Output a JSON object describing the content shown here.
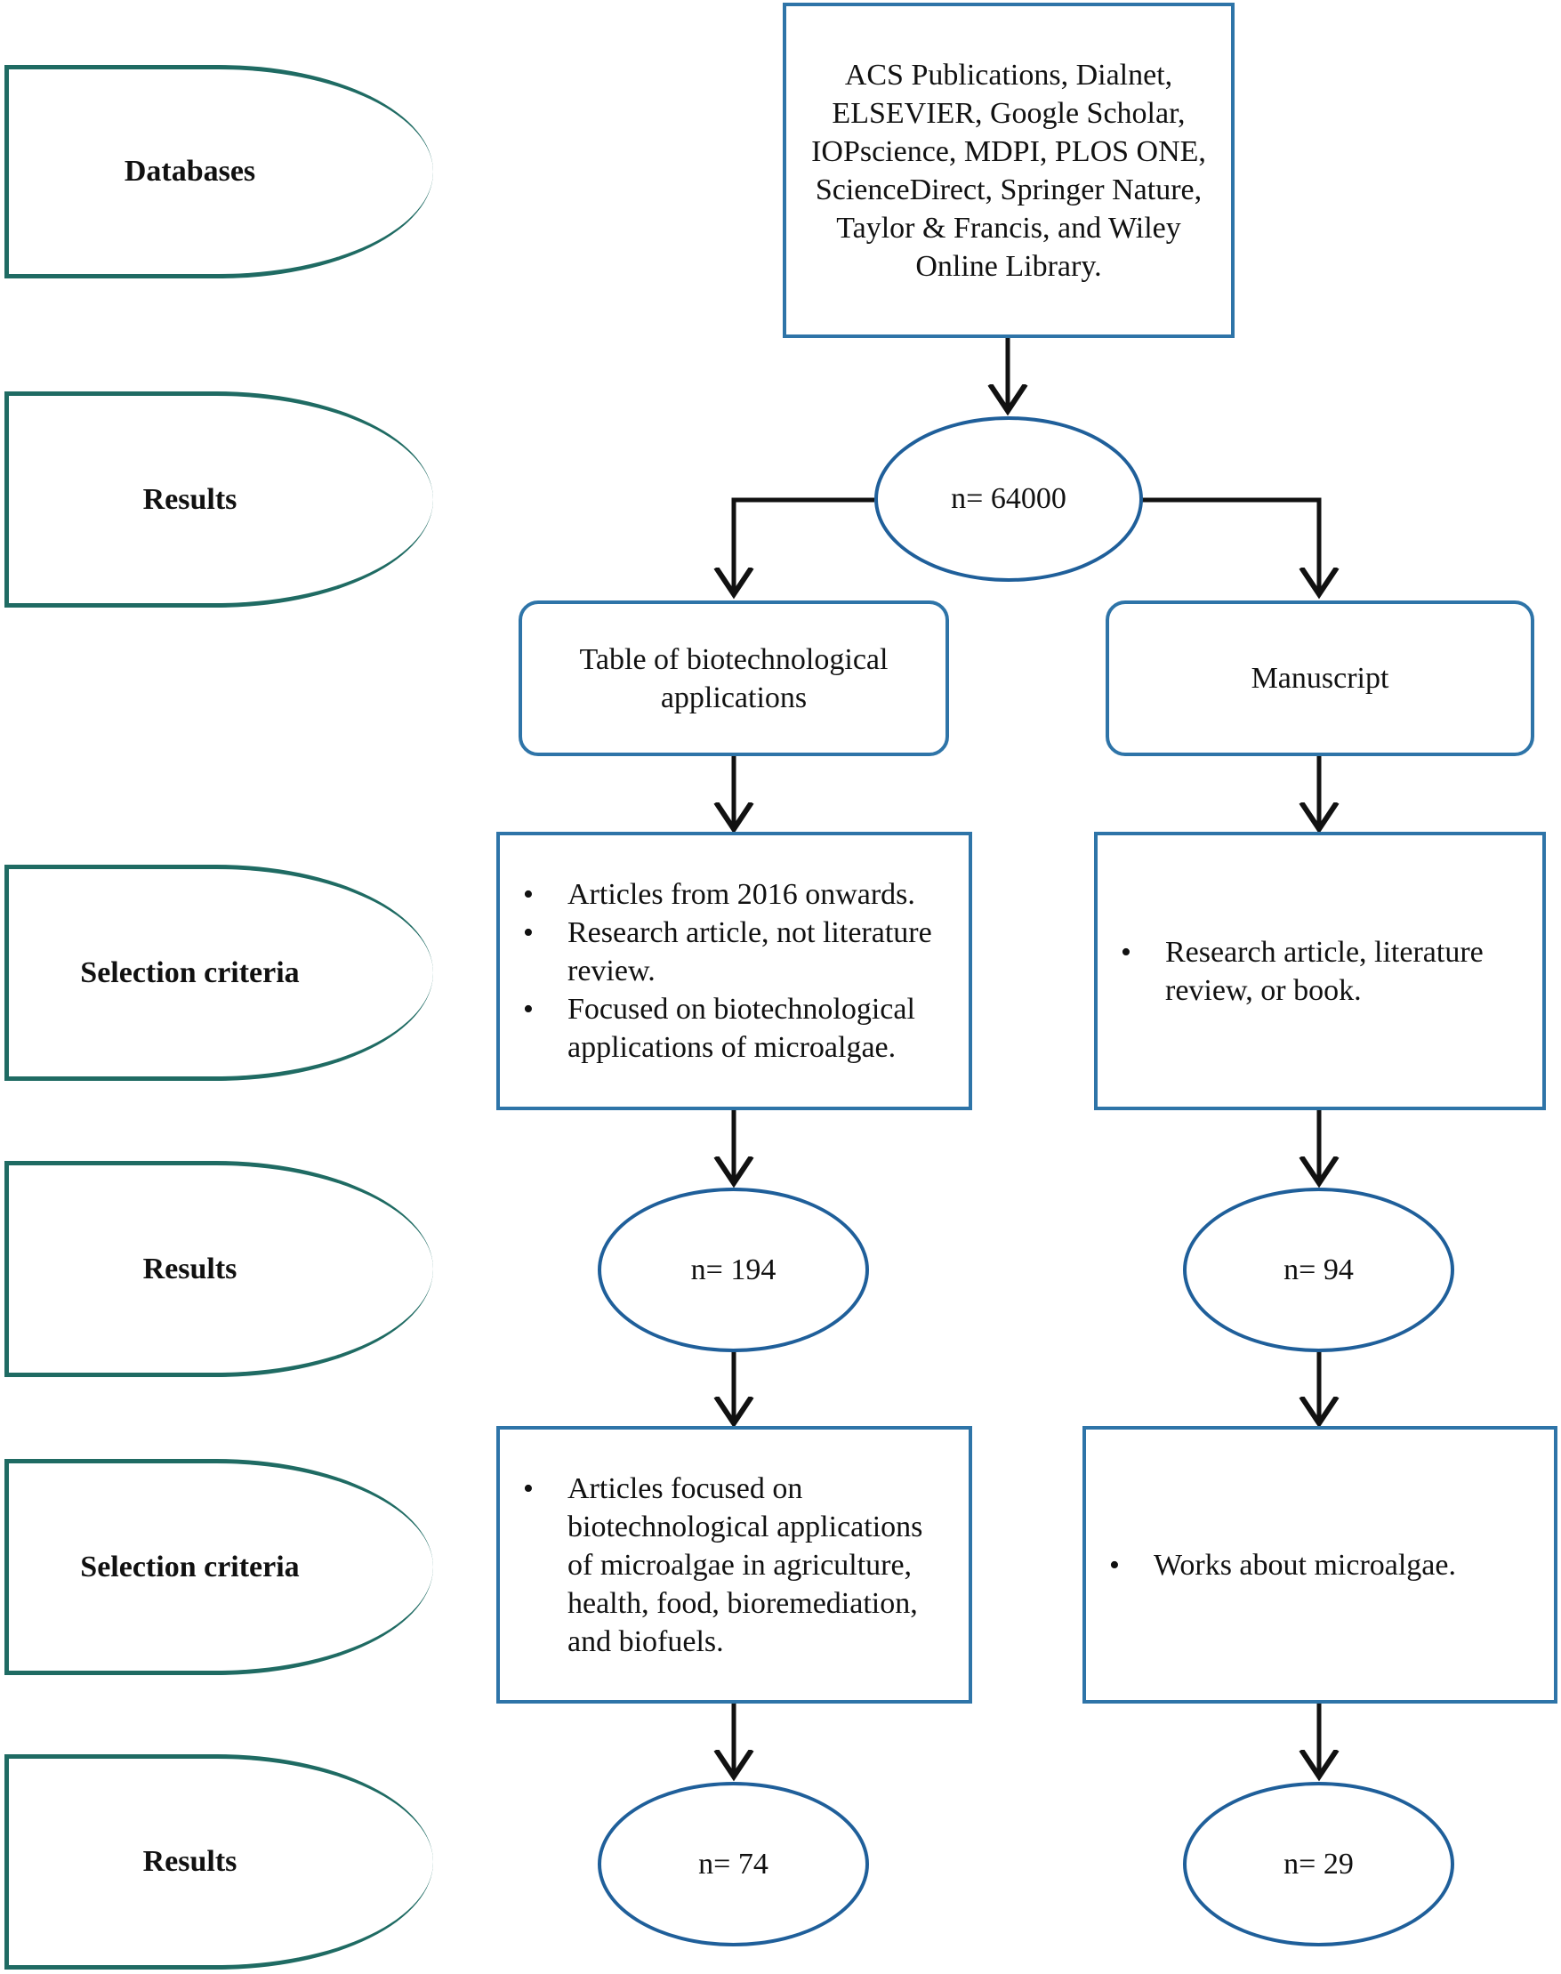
{
  "labels": {
    "databases": "Databases",
    "results_1": "Results",
    "selection_1": "Selection criteria",
    "results_2": "Results",
    "selection_2": "Selection criteria",
    "results_3": "Results"
  },
  "databases_text": "ACS Publications, Dialnet, ELSEVIER, Google Scholar, IOPscience, MDPI, PLOS ONE, ScienceDirect, Springer Nature, Taylor & Francis, and Wiley Online Library.",
  "total_result": "n= 64000",
  "branch_left": {
    "title": "Table of biotechnological applications",
    "criteria_1": [
      "Articles from 2016 onwards.",
      "Research article, not literature review.",
      "Focused on biotechnological applications of microalgae."
    ],
    "result_1": "n= 194",
    "criteria_2": [
      "Articles focused on biotechnological applications of microalgae in agriculture, health, food, bioremediation, and biofuels."
    ],
    "result_2": "n= 74"
  },
  "branch_right": {
    "title": "Manuscript",
    "criteria_1": [
      "Research article, literature review, or book."
    ],
    "result_1": "n= 94",
    "criteria_2": [
      "Works about microalgae."
    ],
    "result_2": "n= 29"
  },
  "colors": {
    "label_border": "#1f6b63",
    "box_border": "#2e74a8",
    "oval_border": "#1f5f9a",
    "arrow": "#111111"
  }
}
